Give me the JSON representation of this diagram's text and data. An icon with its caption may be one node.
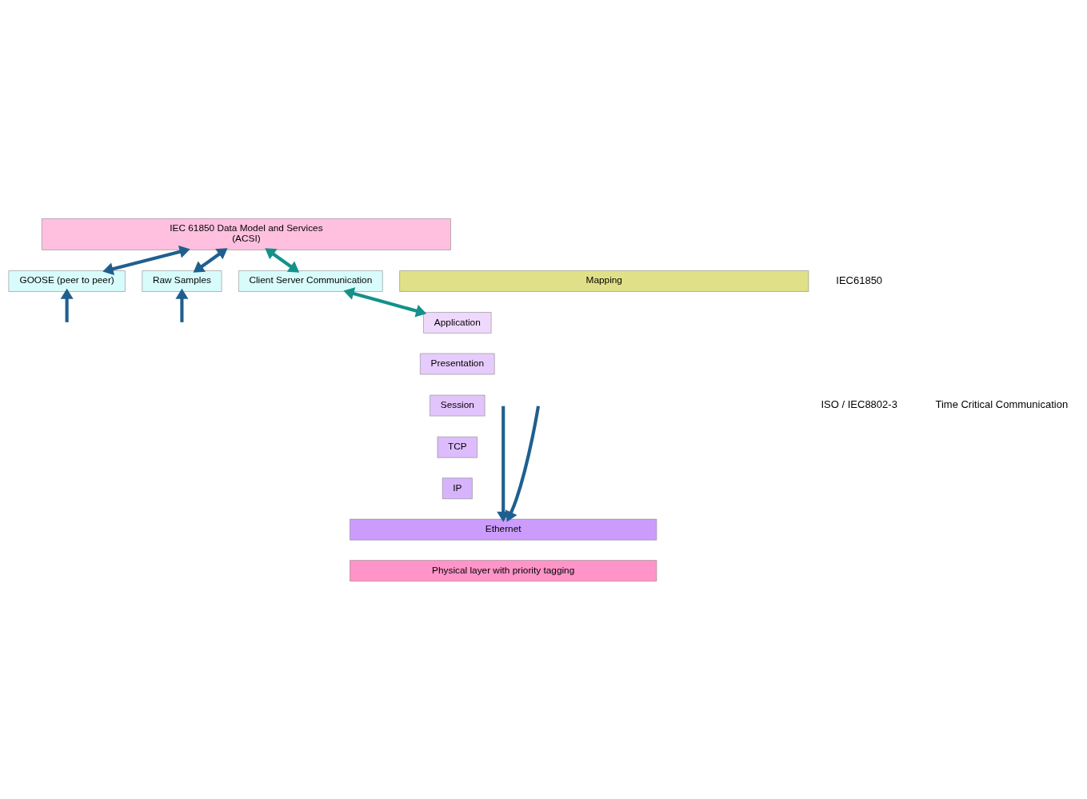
{
  "diagram": {
    "nodes": [
      {
        "text": [
          "IEC 61850 Data Model and Services",
          "(ACSI)"
        ]
      },
      {
        "text": [
          "GOOSE (peer to peer)"
        ]
      },
      {
        "text": [
          "Raw Samples"
        ]
      },
      {
        "text": [
          "Client Server Communication"
        ]
      },
      {
        "text": [
          "Mapping"
        ]
      },
      {
        "text": [
          "Application"
        ]
      },
      {
        "text": [
          "Presentation"
        ]
      },
      {
        "text": [
          "Session"
        ]
      },
      {
        "text": [
          "TCP"
        ]
      },
      {
        "text": [
          "IP"
        ]
      },
      {
        "text": [
          "Ethernet"
        ]
      },
      {
        "text": [
          "Physical layer with priority tagging"
        ]
      }
    ],
    "edges": [
      {
        "from": 0,
        "to": 1,
        "arrow": "both"
      },
      {
        "from": 0,
        "to": 2,
        "arrow": "both"
      },
      {
        "from": 0,
        "to": 3,
        "arrow": "both",
        "color": "#14918a"
      },
      {
        "from": null,
        "to": 1,
        "arrow": "to"
      },
      {
        "from": null,
        "to": 2,
        "arrow": "to"
      },
      {
        "from": 3,
        "to": 5,
        "arrow": "both",
        "color": "#14918a"
      },
      {
        "from": null,
        "to": 10,
        "arrow": "to"
      },
      {
        "from": null,
        "to": 10,
        "arrow": "to"
      }
    ],
    "labels": [
      "IEC61850",
      "ISO / IEC8802-3",
      "Time Critical Communication"
    ]
  }
}
